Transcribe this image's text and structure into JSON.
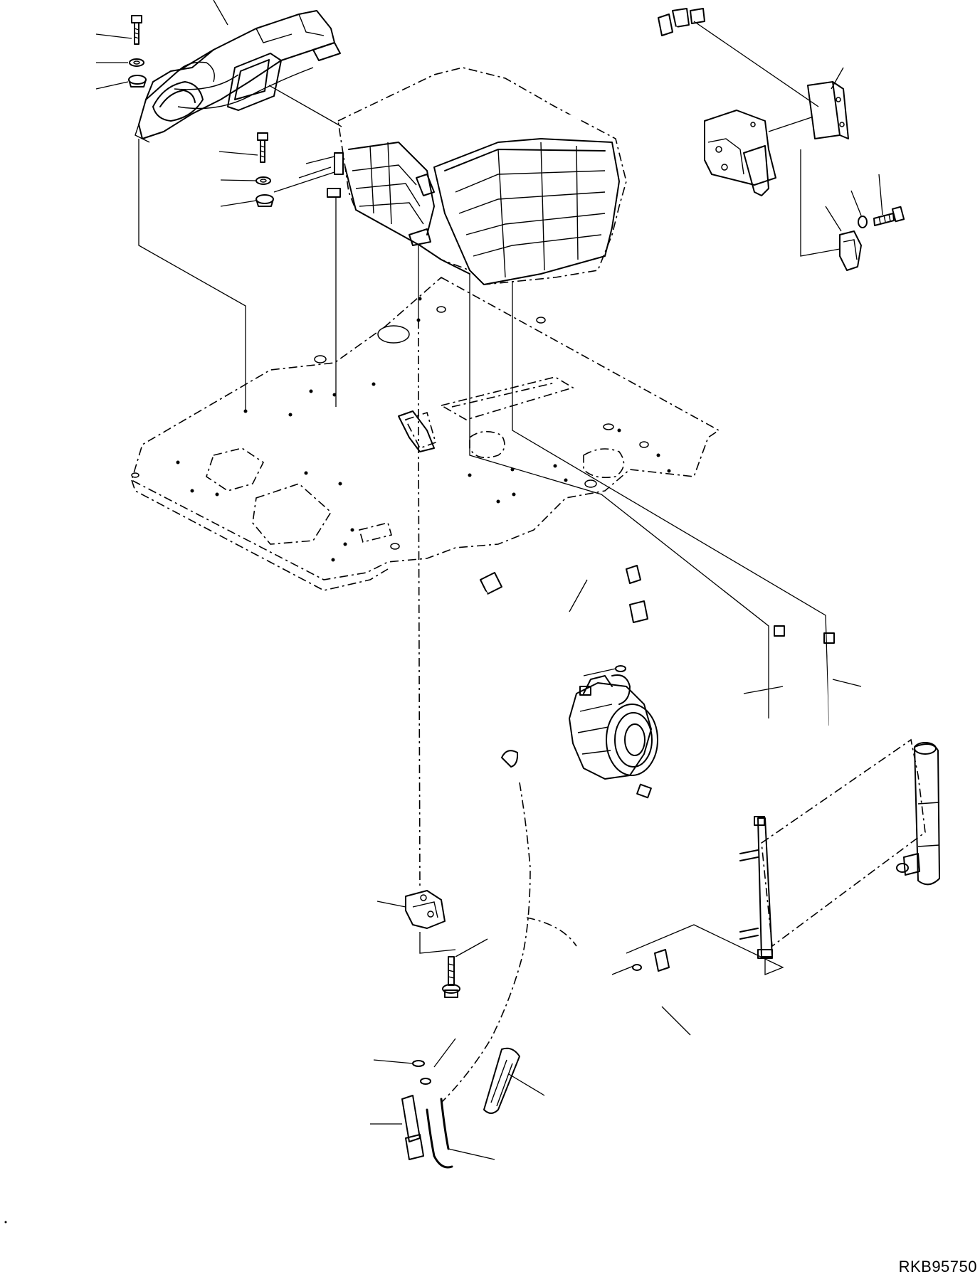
{
  "figure": {
    "reference_code": "RKB95750",
    "background_color": "#ffffff",
    "line_color": "#000000"
  },
  "parts": [
    "air-conditioner-unit-duct",
    "air-conditioner-unit",
    "floor-plate",
    "compressor",
    "condenser",
    "receiver-drier",
    "hose-assembly",
    "clamp-bracket",
    "relay-bracket",
    "control-box",
    "bolt",
    "washer",
    "grommet",
    "o-ring",
    "drain-tube"
  ]
}
